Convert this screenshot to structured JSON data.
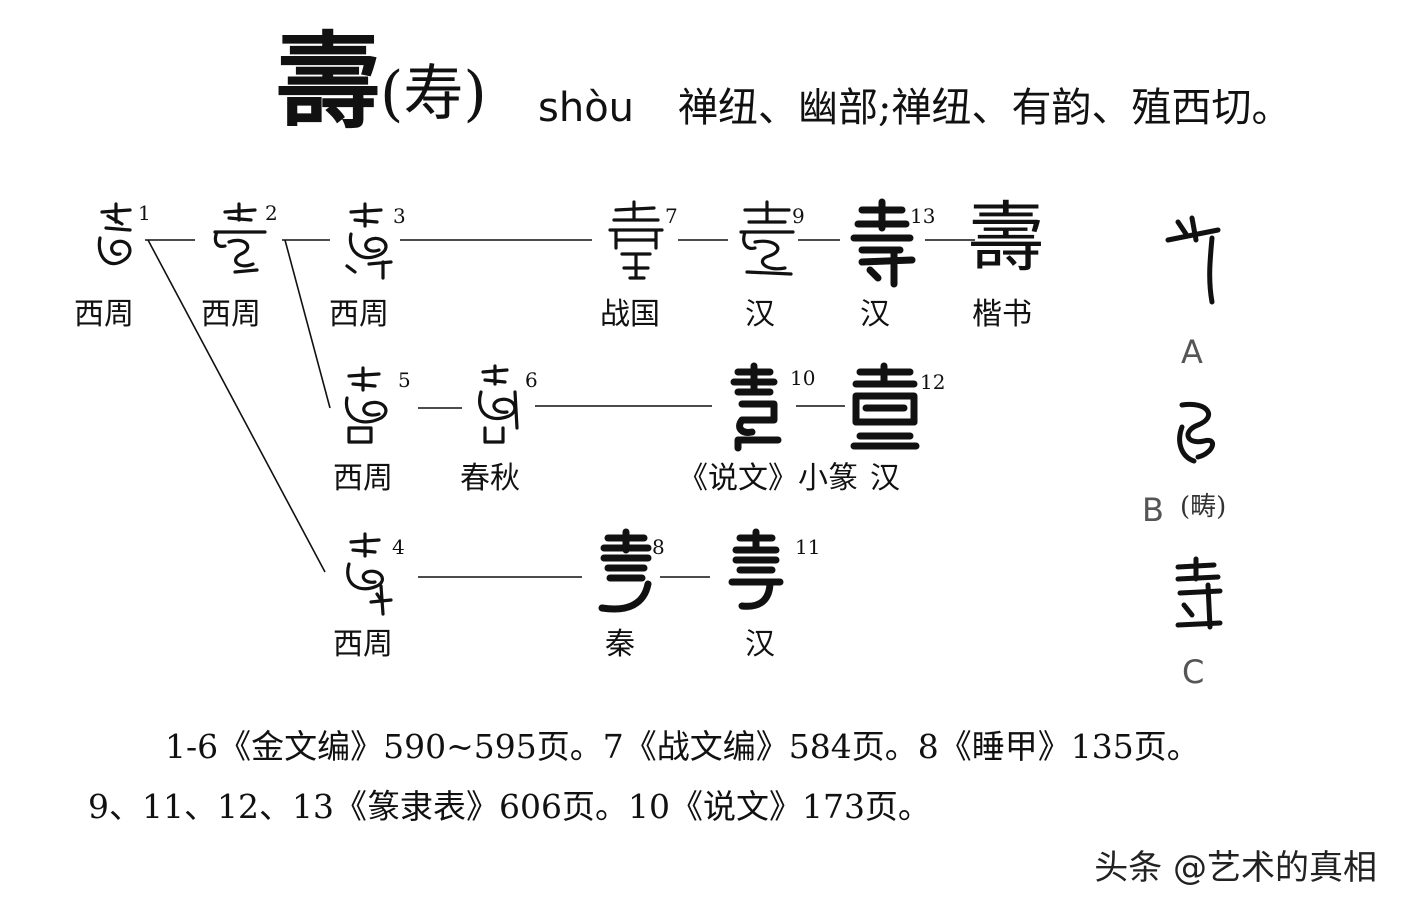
{
  "header": {
    "char": "壽",
    "simplified": "(寿)",
    "pinyin": "shòu",
    "fanqie": "禅纽、幽部;禅纽、有韵、殖西切。"
  },
  "forms": [
    {
      "id": 1,
      "num": "1",
      "period": "西周"
    },
    {
      "id": 2,
      "num": "2",
      "period": "西周"
    },
    {
      "id": 3,
      "num": "3",
      "period": "西周"
    },
    {
      "id": 4,
      "num": "4",
      "period": "西周"
    },
    {
      "id": 5,
      "num": "5",
      "period": "西周"
    },
    {
      "id": 6,
      "num": "6",
      "period": "春秋"
    },
    {
      "id": 7,
      "num": "7",
      "period": "战国"
    },
    {
      "id": 8,
      "num": "8",
      "period": "秦"
    },
    {
      "id": 9,
      "num": "9",
      "period": "汉"
    },
    {
      "id": 10,
      "num": "10",
      "period": "《说文》小篆"
    },
    {
      "id": 11,
      "num": "11",
      "period": "汉"
    },
    {
      "id": 12,
      "num": "12",
      "period": "汉"
    },
    {
      "id": 13,
      "num": "13",
      "period": "汉"
    },
    {
      "id": 14,
      "num": "",
      "period": "楷书",
      "char": "壽"
    }
  ],
  "components": [
    {
      "label": "A",
      "note": ""
    },
    {
      "label": "B",
      "note": "(畴)"
    },
    {
      "label": "C",
      "note": ""
    }
  ],
  "footnotes": {
    "line1": "1-6《金文编》590~595页。7《战文编》584页。8《睡甲》135页。",
    "line2": "9、11、12、13《篆隶表》606页。10《说文》173页。"
  },
  "watermark": "头条 @艺术的真相"
}
